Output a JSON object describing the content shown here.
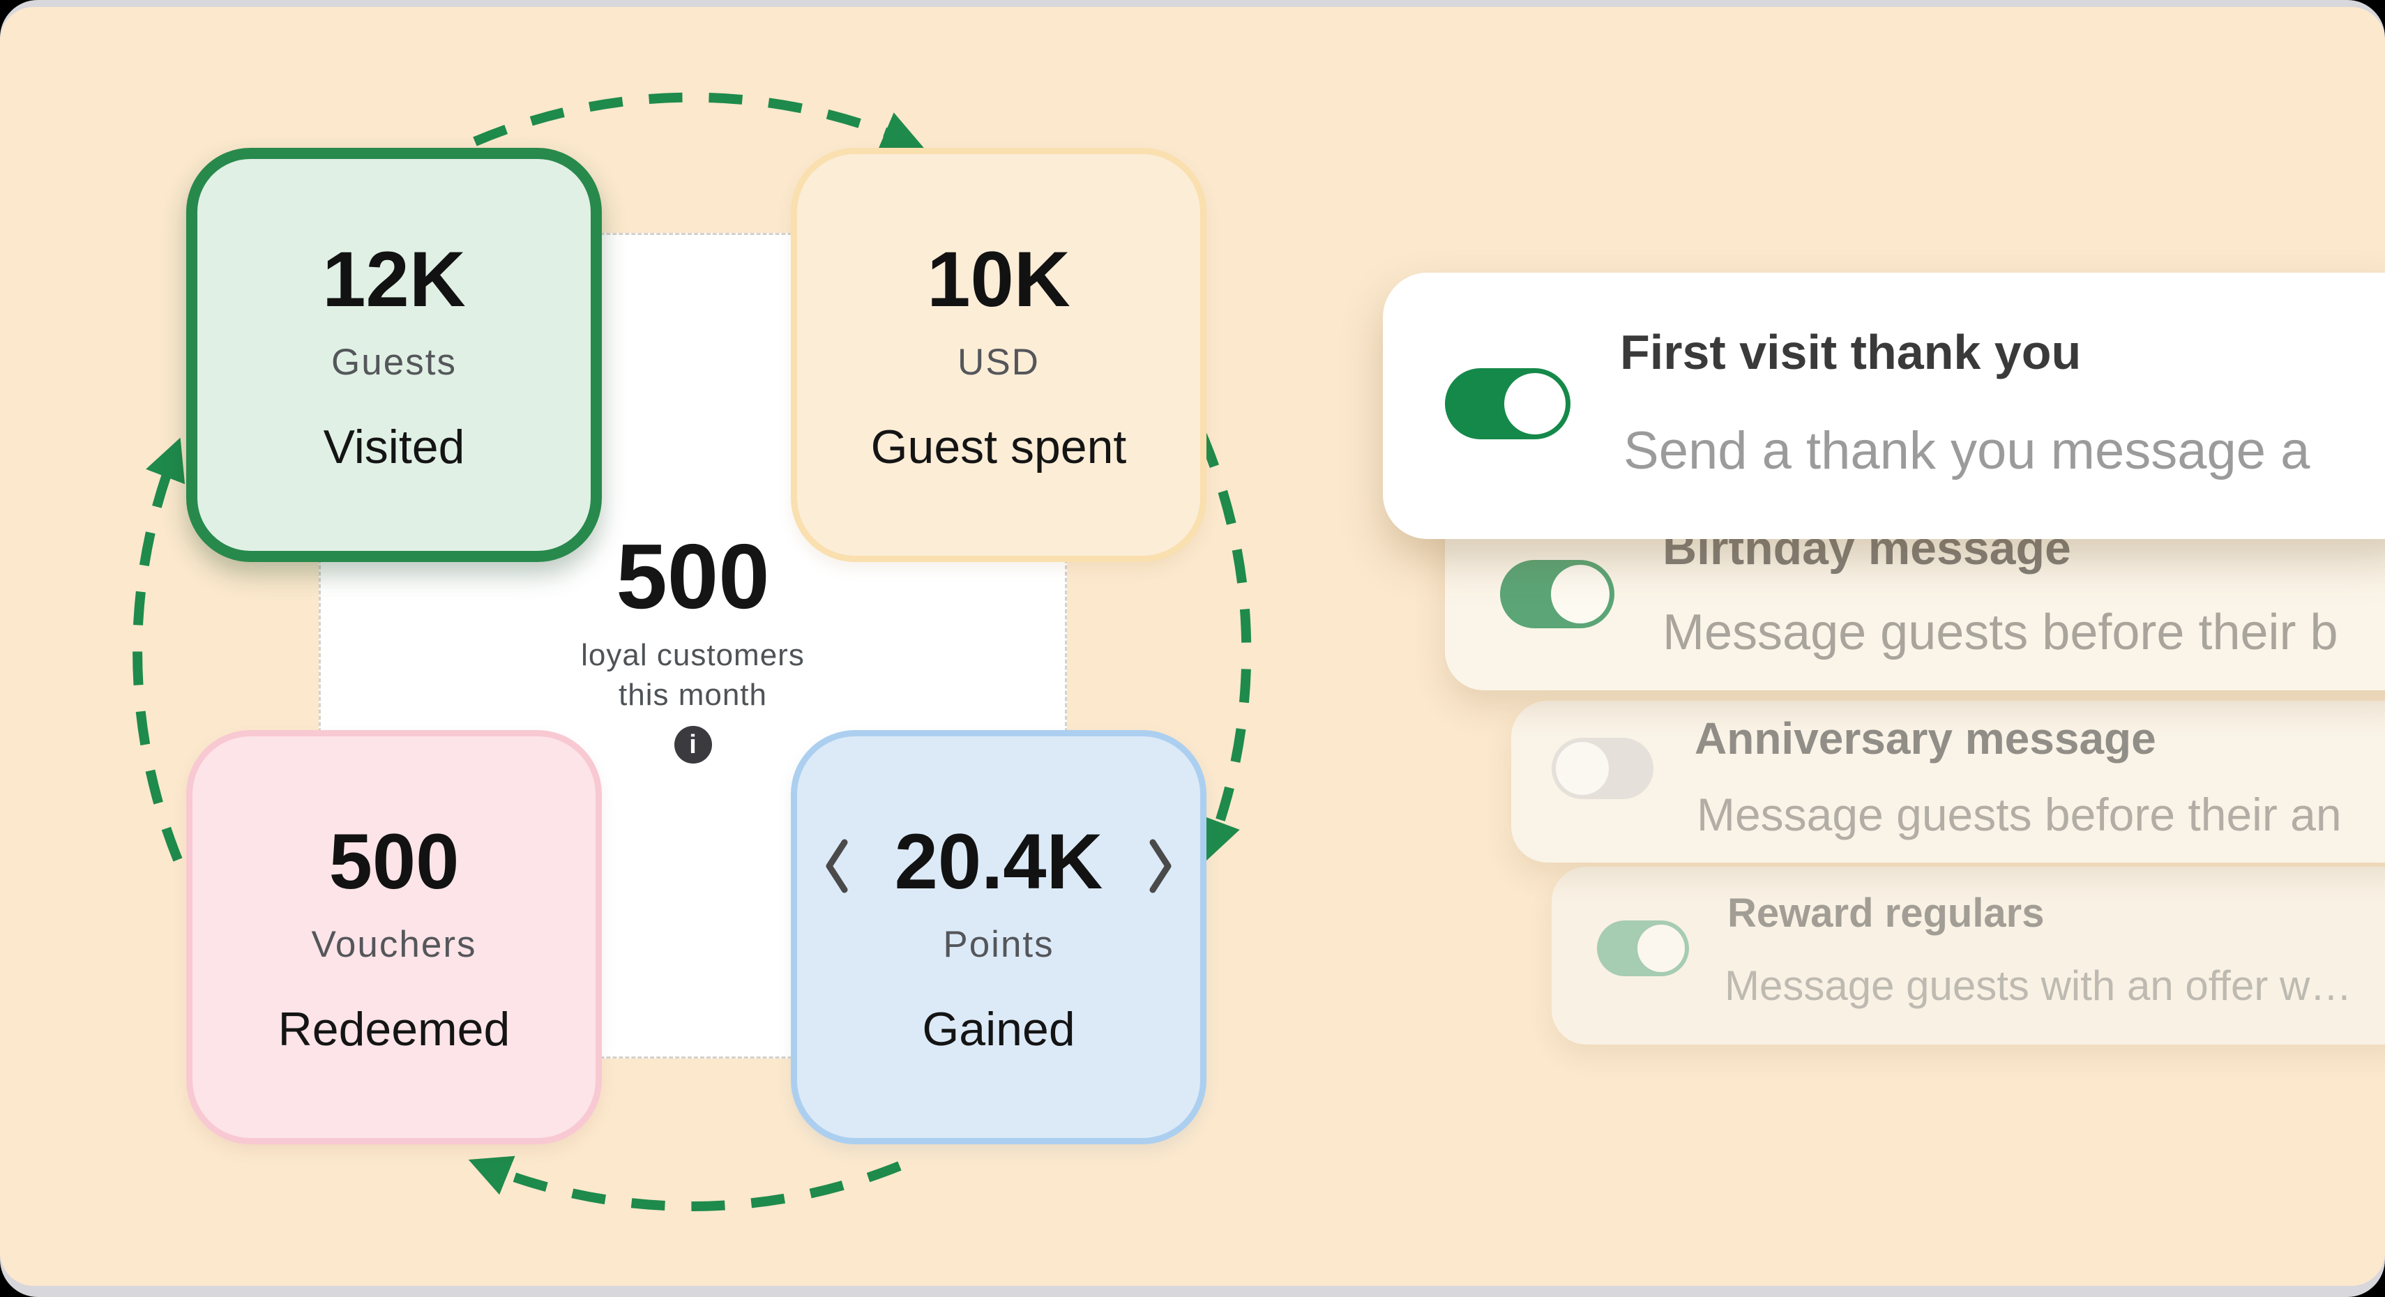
{
  "colors": {
    "background": "#FBE8CD",
    "edge_strip": "#D8D7DB",
    "accent_green": "#1E8A4B",
    "visited_bg": "#E0F0E5",
    "visited_border": "#28894C",
    "spent_bg": "#FCEDD7",
    "spent_border": "#FADFAF",
    "redeemed_bg": "#FCE4E8",
    "redeemed_border": "#F8C9D2",
    "gained_bg": "#DCEAF8",
    "gained_border": "#ACCFF0",
    "toggle_on": "#15894A",
    "toggle_off": "#E5E1DA"
  },
  "diagram": {
    "center": {
      "value": "500",
      "label_line1": "loyal customers",
      "label_line2": "this month",
      "info_glyph": "i"
    },
    "cards": [
      {
        "id": "visited",
        "value": "12K",
        "label": "Guests",
        "sub": "Visited"
      },
      {
        "id": "spent",
        "value": "10K",
        "label": "USD",
        "sub": "Guest spent"
      },
      {
        "id": "redeemed",
        "value": "500",
        "label": "Vouchers",
        "sub": "Redeemed"
      },
      {
        "id": "gained",
        "value": "20.4K",
        "label": "Points",
        "sub": "Gained"
      }
    ]
  },
  "automations": [
    {
      "title": "First visit thank you",
      "description": "Send a thank you message a",
      "toggle": "on"
    },
    {
      "title": "Birthday message",
      "description": "Message guests before their b",
      "toggle": "on"
    },
    {
      "title": "Anniversary message",
      "description": "Message guests before their an",
      "toggle": "off"
    },
    {
      "title": "Reward regulars",
      "description": "Message guests with an offer w…",
      "toggle": "on"
    }
  ]
}
